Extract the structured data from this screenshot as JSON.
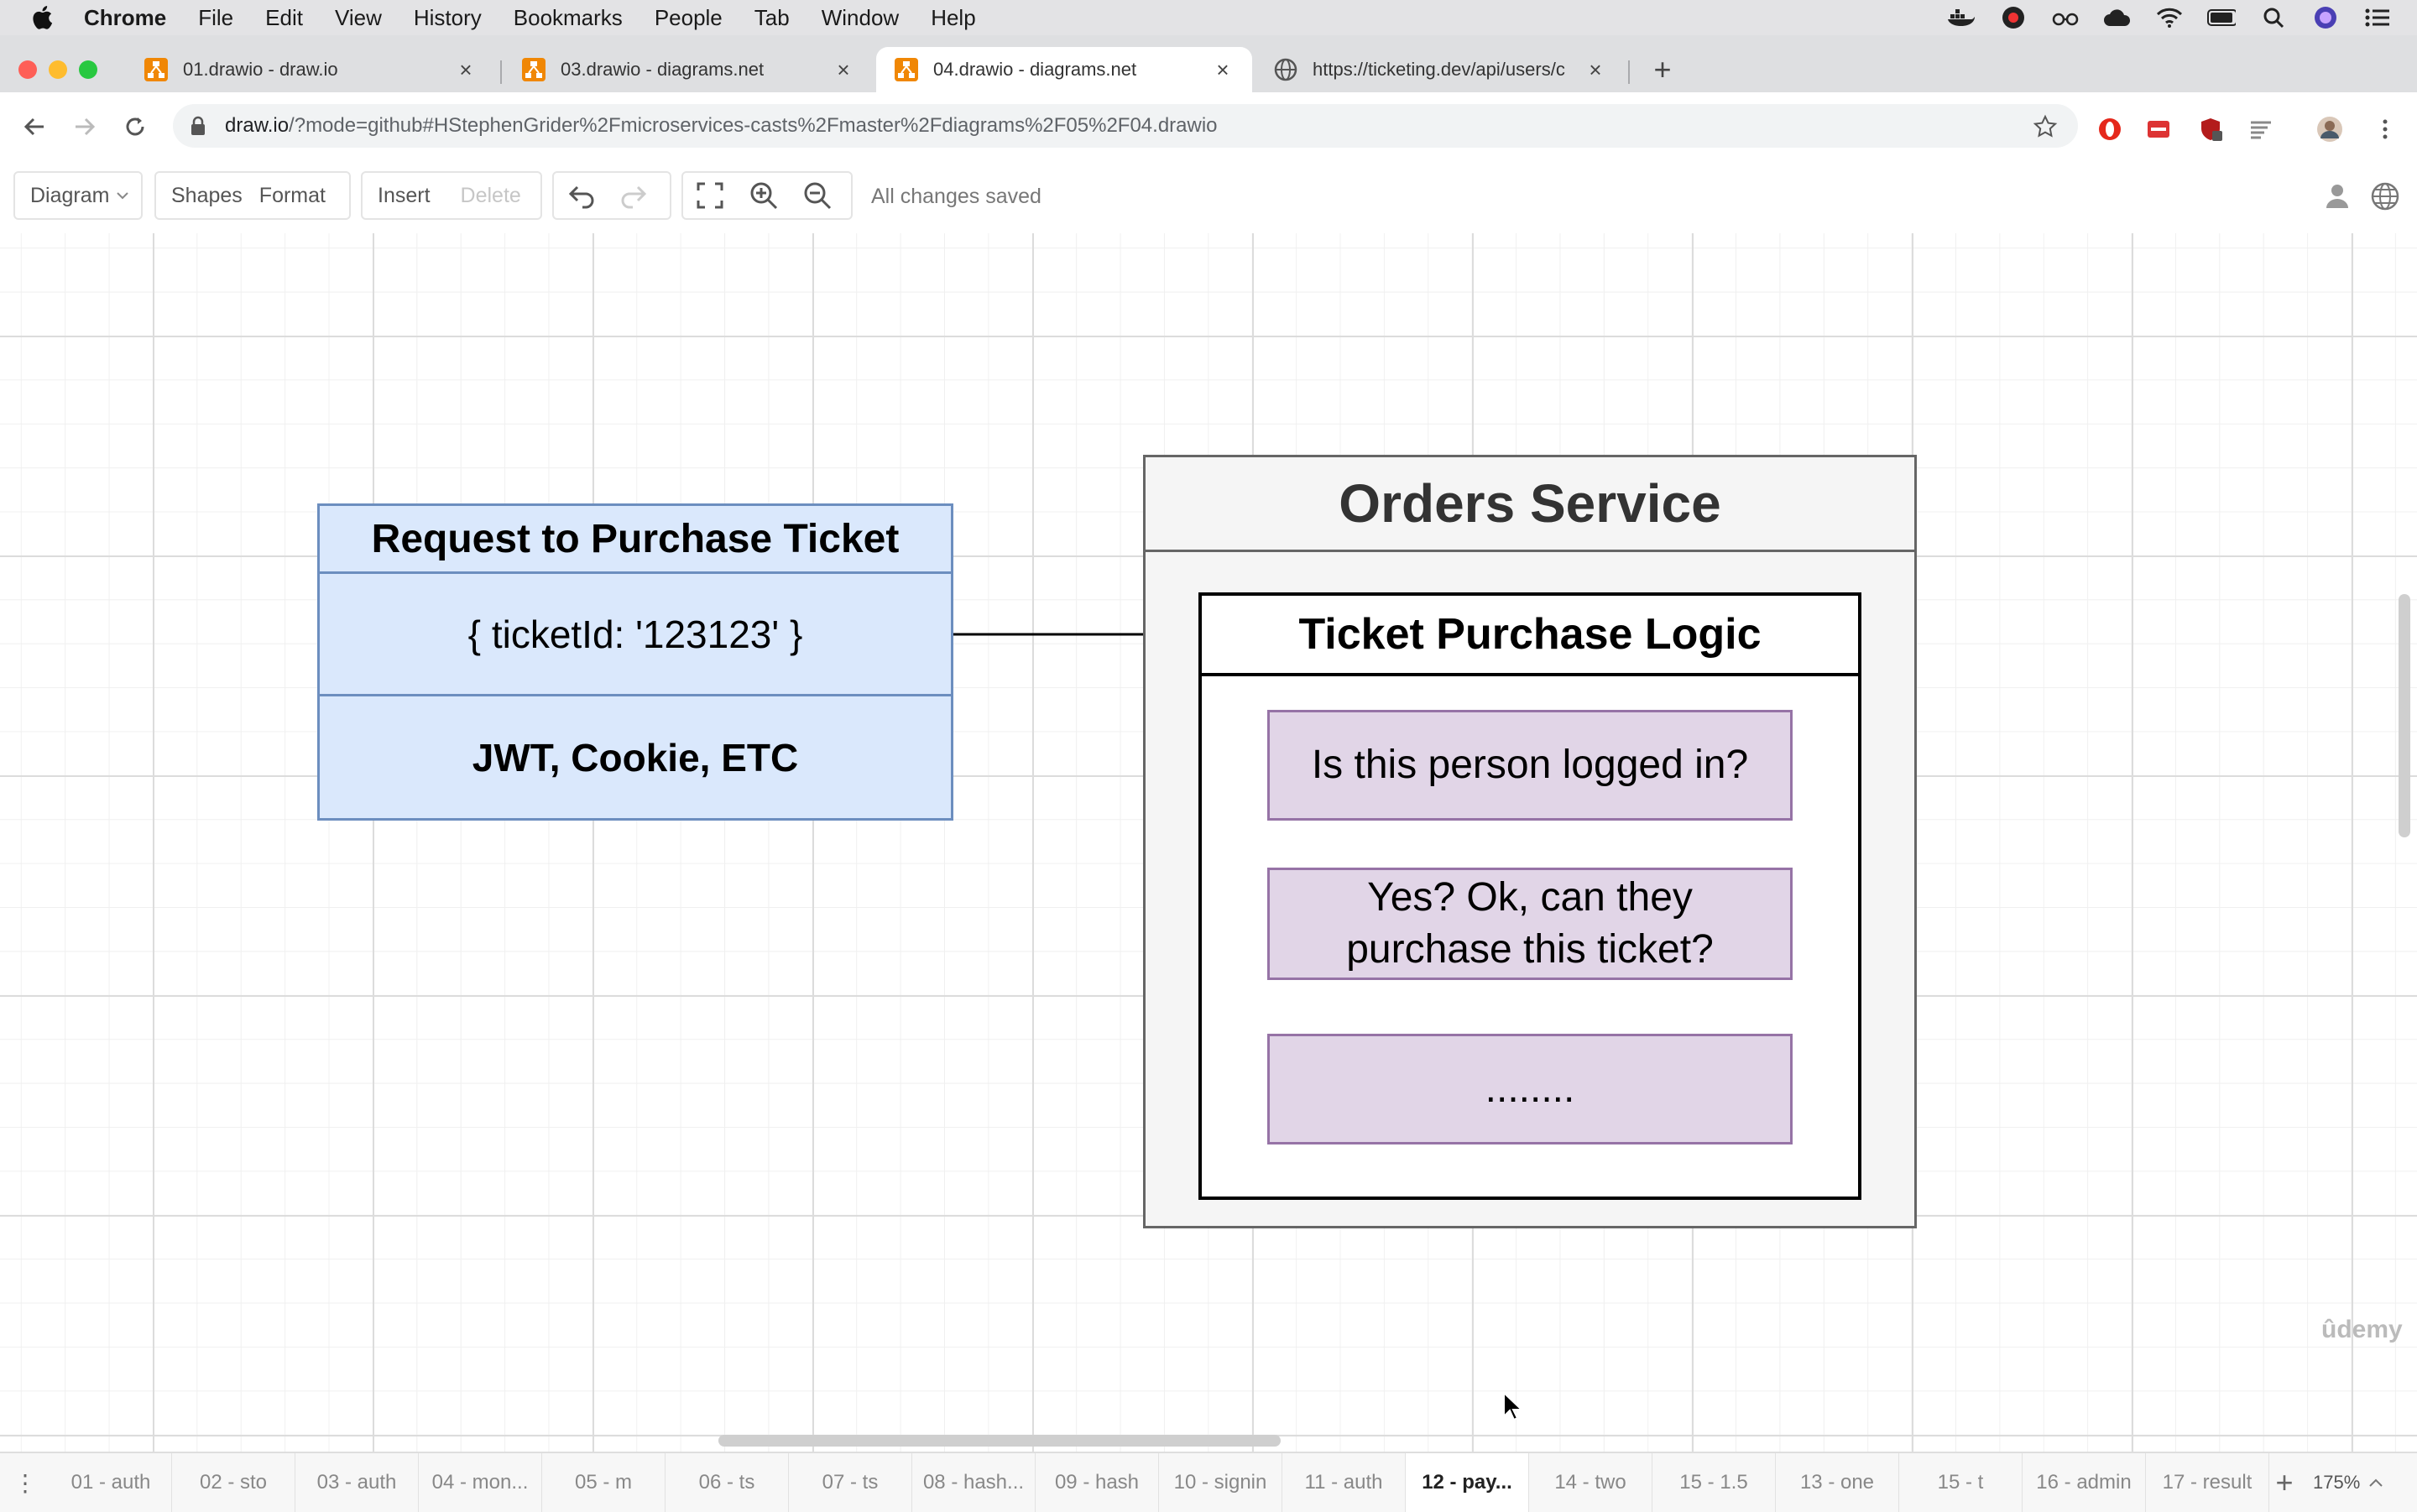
{
  "menubar": {
    "app": "Chrome",
    "items": [
      "File",
      "Edit",
      "View",
      "History",
      "Bookmarks",
      "People",
      "Tab",
      "Window",
      "Help"
    ]
  },
  "tabs": [
    {
      "title": "01.drawio - draw.io",
      "icon": "drawio-icon"
    },
    {
      "title": "03.drawio - diagrams.net",
      "icon": "drawio-icon"
    },
    {
      "title": "04.drawio - diagrams.net",
      "icon": "drawio-icon"
    },
    {
      "title": "https://ticketing.dev/api/users/c",
      "icon": "globe-icon"
    }
  ],
  "address": {
    "host": "draw.io",
    "path": "/?mode=github#HStephenGrider%2Fmicroservices-casts%2Fmaster%2Fdiagrams%2F05%2F04.drawio"
  },
  "toolbar": {
    "diagram": "Diagram",
    "shapes": "Shapes",
    "format": "Format",
    "insert": "Insert",
    "delete": "Delete",
    "status": "All changes saved"
  },
  "diagram": {
    "request_title": "Request to Purchase Ticket",
    "request_body": "{ ticketId: '123123' }",
    "request_auth": "JWT, Cookie, ETC",
    "service_title": "Orders Service",
    "logic_title": "Ticket Purchase Logic",
    "step1": "Is this person logged in?",
    "step2_line1": "Yes? Ok, can they",
    "step2_line2": "purchase this ticket?",
    "step3": "........"
  },
  "watermark": "ûdemy",
  "pages": [
    "01 - auth",
    "02 - sto",
    "03 - auth",
    "04 - mon...",
    "05 - m",
    "06 - ts",
    "07 - ts",
    "08 - hash...",
    "09 - hash",
    "10 - signin",
    "11 - auth",
    "12 - pay...",
    "14 - two",
    "15 - 1.5",
    "13 - one",
    "15 - t",
    "16 - admin",
    "17 - result"
  ],
  "active_page": "12 - pay...",
  "zoom": "175%",
  "colors": {
    "request_fill": "#dae8fc",
    "request_stroke": "#6c8ebf",
    "step_fill": "#e1d5e7",
    "step_stroke": "#9673a6",
    "service_fill": "#f5f5f5"
  }
}
